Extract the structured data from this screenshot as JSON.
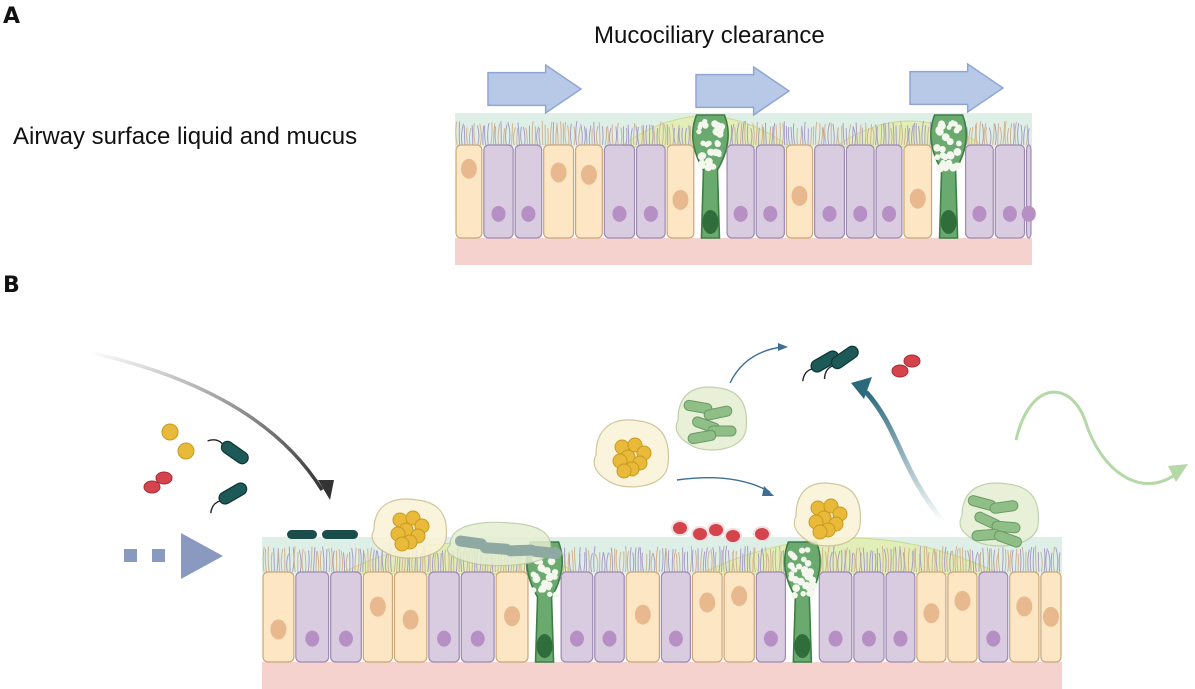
{
  "panel_a": {
    "letter": "A",
    "title": "Mucociliary clearance",
    "side_label": "Airway surface liquid  and mucus"
  },
  "panel_b": {
    "letter": "B"
  },
  "colors": {
    "ciliated_cell": "#fde6c3",
    "basal_cell": "#d9cbe0",
    "goblet_cell": "#6aaa6e",
    "goblet_granule": "#f3f7ee",
    "nucleus_ciliated": "#e8b98e",
    "nucleus_basal": "#b68fc4",
    "basement_membrane": "#f6d2ce",
    "surface_liquid": "#d8ece4",
    "mucus": "#e3eeb3",
    "flow_arrow": "#b8c9e8",
    "cocci": "#e9b93a",
    "red_blood_cells": "#d5434c",
    "bacteria": "#1d5a57",
    "phagocytosed_bacteria": "#8fbf87"
  }
}
